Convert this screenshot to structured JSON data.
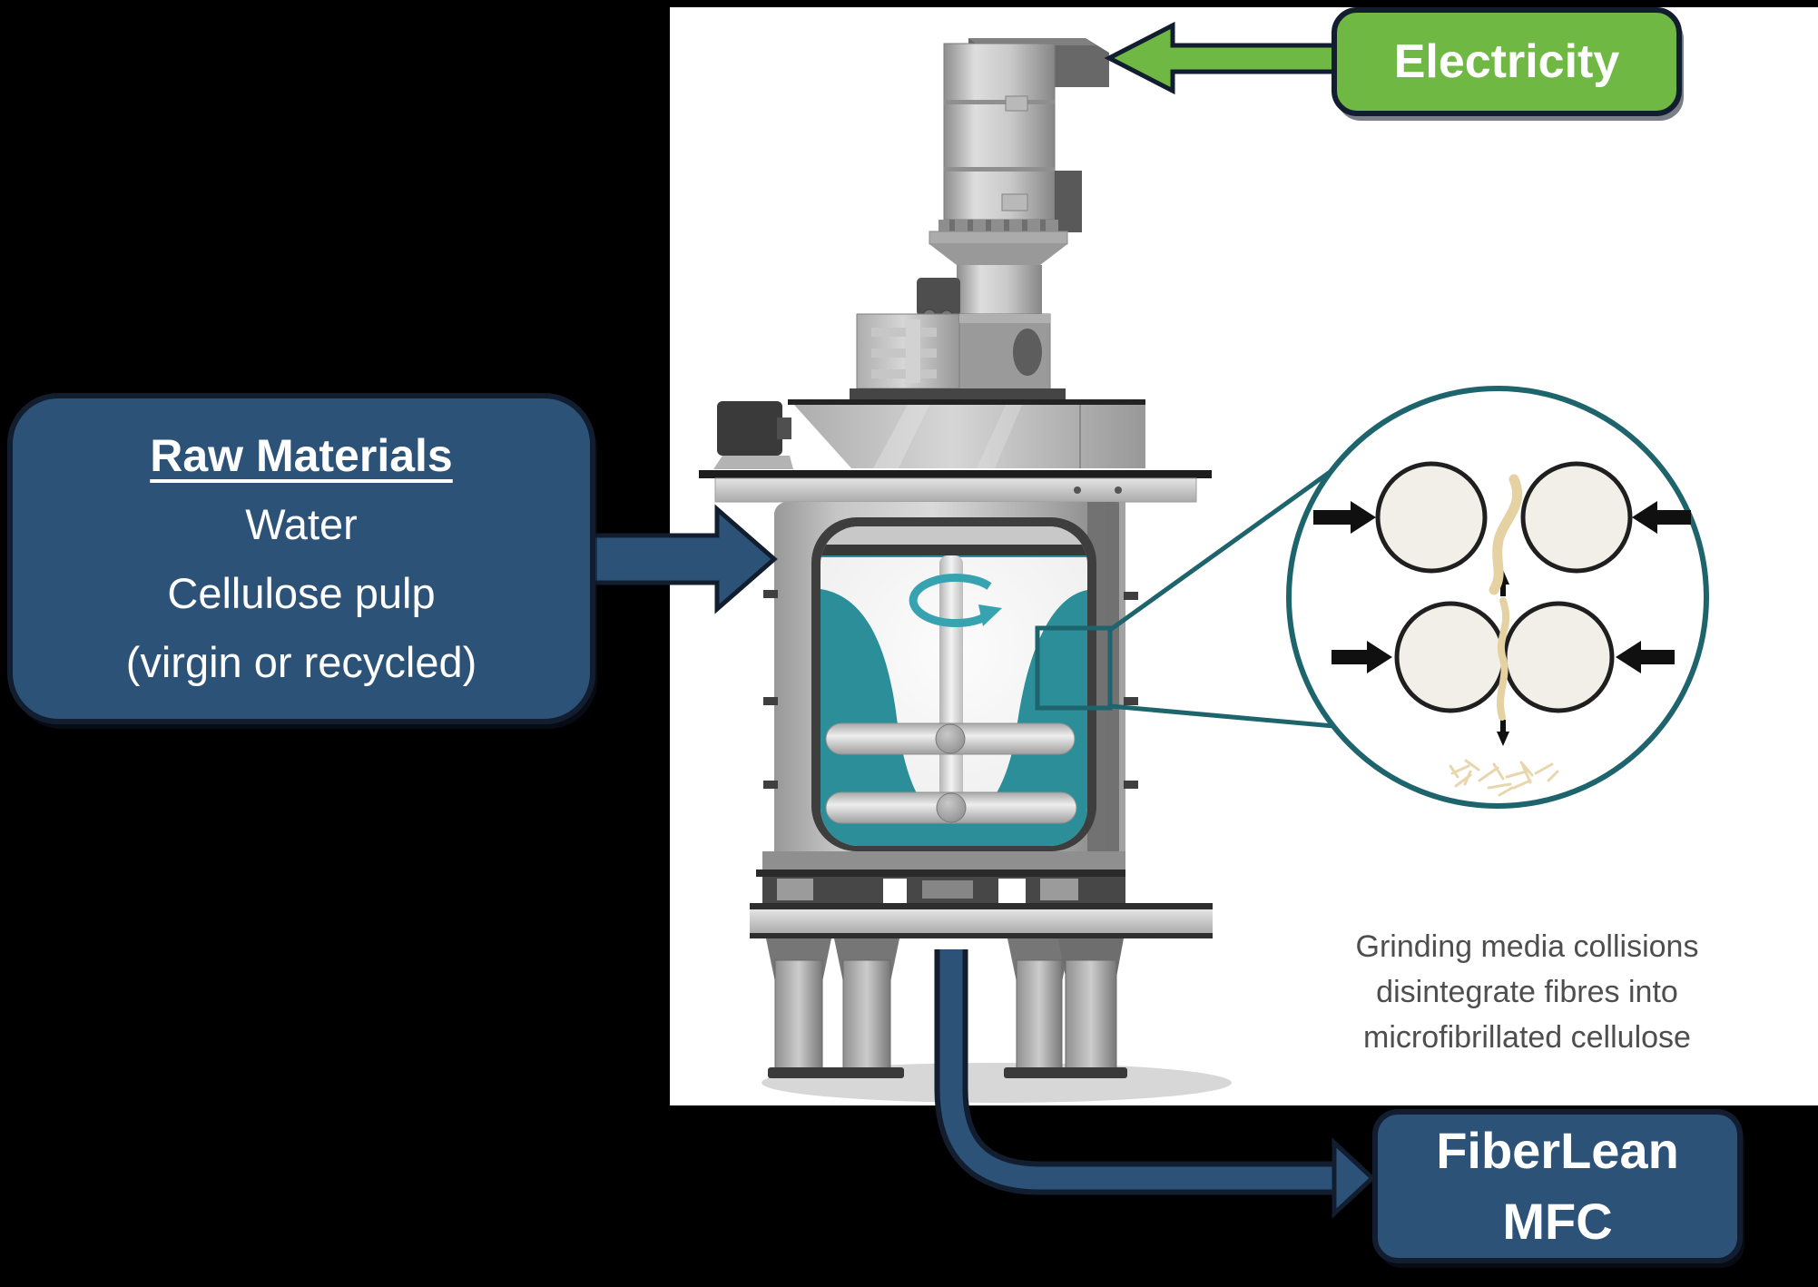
{
  "colors": {
    "background": "#000000",
    "panel": "#ffffff",
    "accent_green": "#6fb843",
    "accent_blue": "#2c5278",
    "navy_border": "#121e30",
    "teal": "#2b8e99",
    "teal_outline": "#1d646c",
    "swirl_teal": "#38a3b0",
    "fibre_tan": "#e5d1a1",
    "caption_gray": "#4e4e4e",
    "text_white": "#ffffff"
  },
  "boxes": {
    "raw_materials": {
      "title": "Raw Materials",
      "lines": [
        "Water",
        "Cellulose pulp",
        "(virgin or recycled)"
      ]
    },
    "electricity": {
      "label": "Electricity"
    },
    "fiberlean": {
      "lines": [
        "FiberLean",
        "MFC"
      ]
    }
  },
  "inset": {
    "caption_lines": [
      "Grinding media collisions",
      "disintegrate fibres into",
      "microfibrillated cellulose"
    ]
  }
}
